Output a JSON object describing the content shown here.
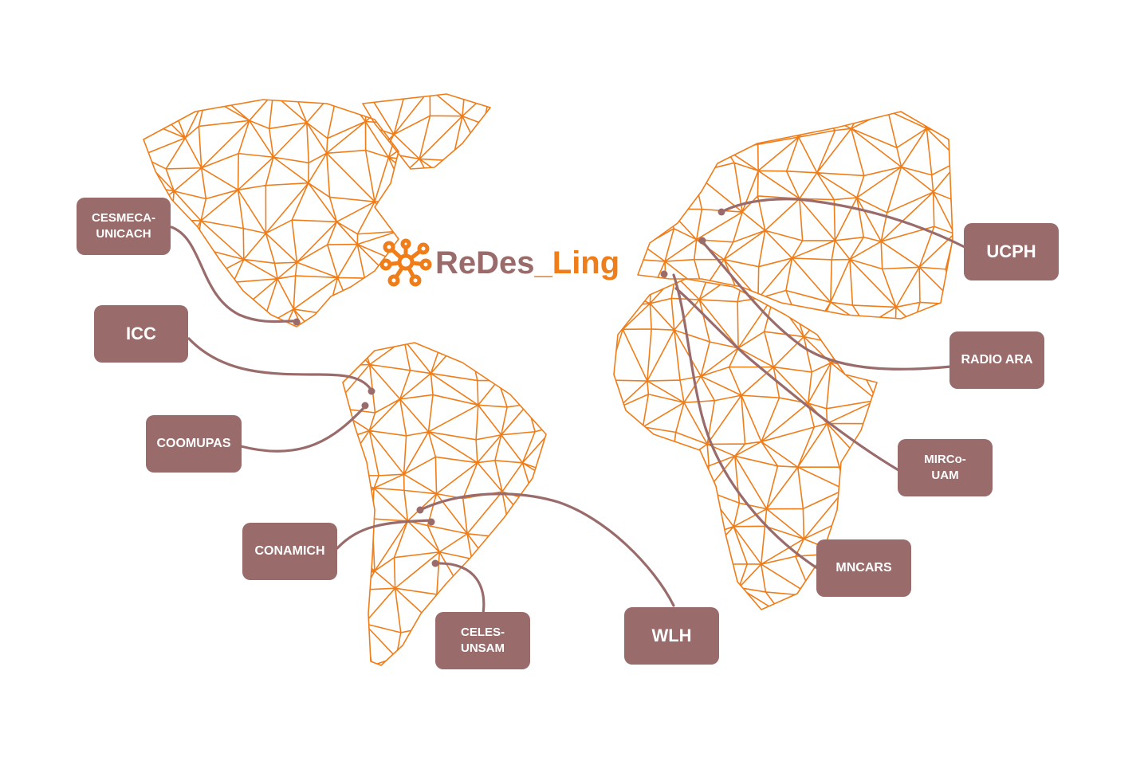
{
  "logo": {
    "part1": "ReDes",
    "part2": "_Ling",
    "color_primary": "#9a6b6b",
    "color_accent": "#ee7d1a"
  },
  "colors": {
    "map_stroke": "#ee7d1a",
    "label_bg": "#9a6b6b",
    "connector": "#9a6b6b"
  },
  "partners": {
    "cesmeca": "CESMECA-\nUNICACH",
    "icc": "ICC",
    "coomupas": "COOMUPAS",
    "conamich": "CONAMICH",
    "celes": "CELES-\nUNSAM",
    "wlh": "WLH",
    "ucph": "UCPH",
    "radio_ara": "RADIO ARA",
    "mirco": "MIRCo-\nUAM",
    "mncars": "MNCARS"
  }
}
